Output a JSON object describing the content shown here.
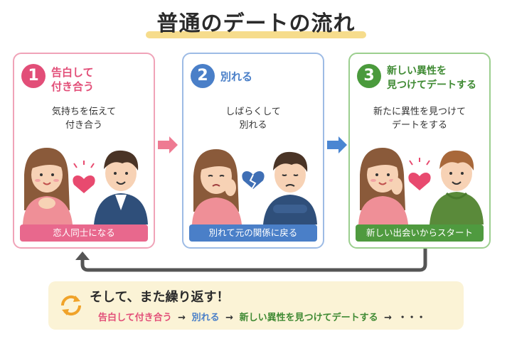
{
  "title": "普通のデートの流れ",
  "colors": {
    "step1": "#e24e78",
    "step1_footer": "#e8688d",
    "step2": "#4a7fc8",
    "step2_footer": "#4a7fc8",
    "step3": "#4a9a3c",
    "step3_footer": "#4f9a3f",
    "arrow": "#ee7a92",
    "arrow2": "#4a86d2",
    "loop": "#555555",
    "repeat_bg": "#fbf3d6"
  },
  "steps": [
    {
      "number": "1",
      "heading_lines": [
        "告白して",
        "付き合う"
      ],
      "description_lines": [
        "気持ちを伝えて",
        "付き合う"
      ],
      "footer": "恋人同士になる",
      "icon": "heart-icon"
    },
    {
      "number": "2",
      "heading_lines": [
        "別れる"
      ],
      "description_lines": [
        "しばらくして",
        "別れる"
      ],
      "footer": "別れて元の関係に戻る",
      "icon": "broken-heart-icon"
    },
    {
      "number": "3",
      "heading_lines": [
        "新しい異性を",
        "見つけてデートする"
      ],
      "description_lines": [
        "新たに異性を見つけて",
        "デートをする"
      ],
      "footer": "新しい出会いからスタート",
      "icon": "heart-icon"
    }
  ],
  "repeat": {
    "title": "そして、また繰り返す！",
    "seq_step1": "告白して付き合う",
    "seq_step2": "別れる",
    "seq_step3": "新しい異性を見つけてデートする",
    "arrow": "→",
    "ellipsis": "・・・",
    "icon": "cycle-icon"
  }
}
